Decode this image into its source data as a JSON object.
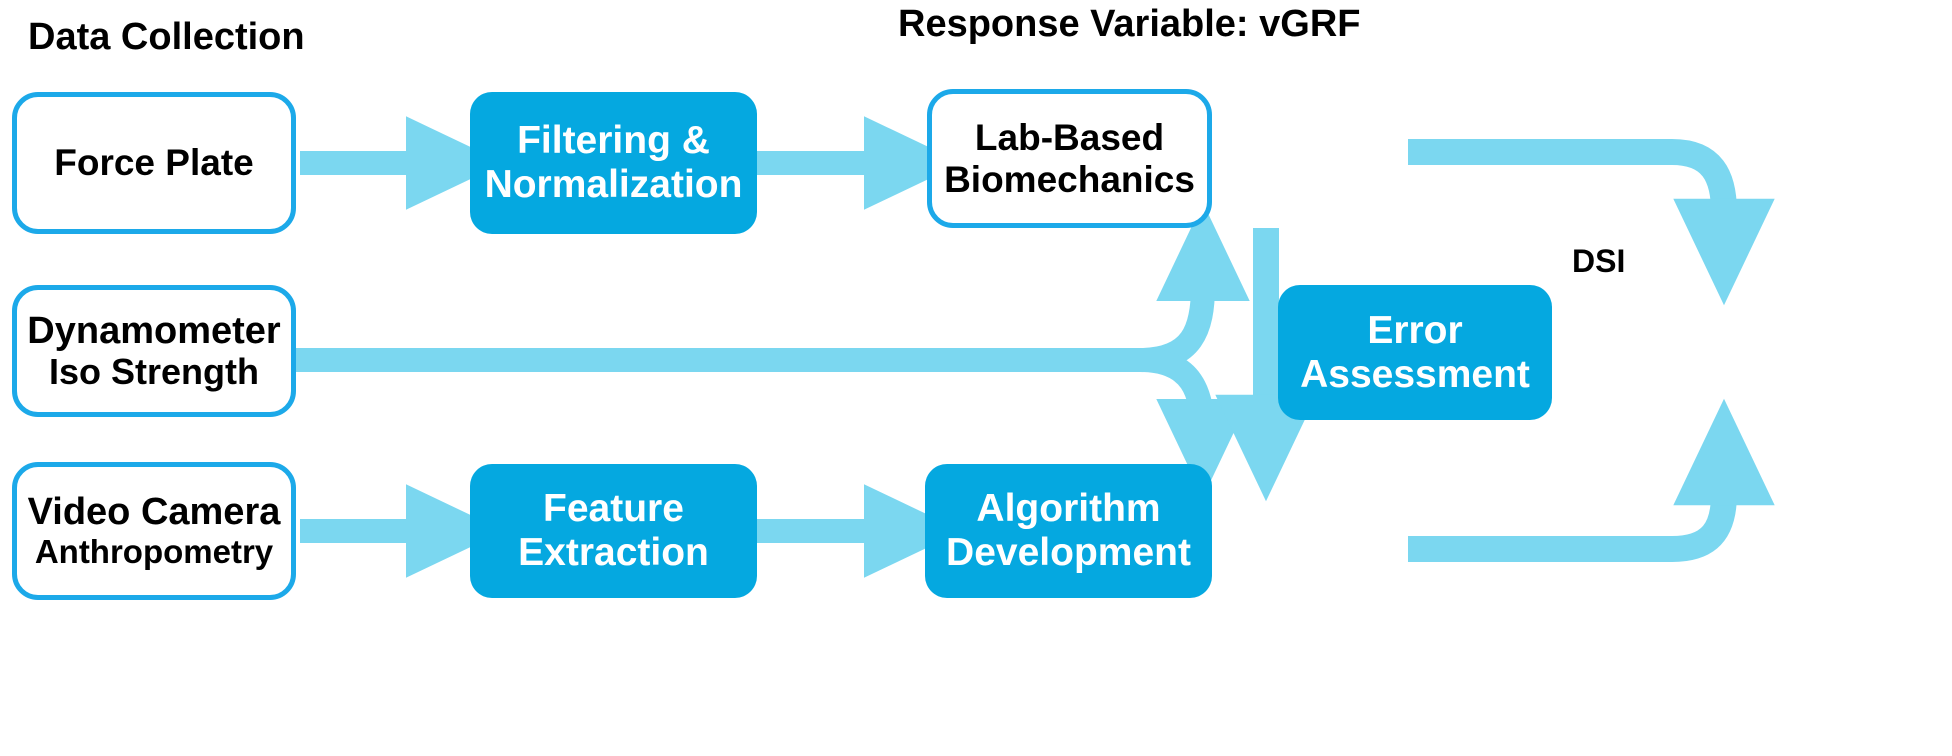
{
  "diagram": {
    "title_captions": {
      "data_collection": "Data Collection",
      "response_variable_line1": "Response Variable:",
      "response_variable_line2": "vGRF",
      "dsi": "DSI"
    },
    "colors": {
      "box_fill_blue": "#05A8E0",
      "box_border_blue": "#1CA9E9",
      "arrow_blue": "#7BD7F0",
      "text_dark": "#000000",
      "text_light": "#FFFFFF",
      "background": "#FFFFFF"
    },
    "nodes": [
      {
        "id": "force-plate",
        "style": "white",
        "lines": [
          "Force Plate"
        ]
      },
      {
        "id": "filtering",
        "style": "blue",
        "lines": [
          "Filtering &",
          "Normalization"
        ]
      },
      {
        "id": "lab-based",
        "style": "white",
        "lines": [
          "Lab-Based",
          "Biomechanics"
        ]
      },
      {
        "id": "dynamometer",
        "style": "white",
        "lines": [
          "Dynamometer",
          "Iso Strength"
        ]
      },
      {
        "id": "error-assessment",
        "style": "blue",
        "lines": [
          "Error",
          "Assessment"
        ]
      },
      {
        "id": "video-camera",
        "style": "white",
        "lines": [
          "Video Camera",
          "Anthropometry"
        ]
      },
      {
        "id": "feature-extraction",
        "style": "blue",
        "lines": [
          "Feature",
          "Extraction"
        ]
      },
      {
        "id": "algorithm",
        "style": "blue",
        "lines": [
          "Algorithm",
          "Development"
        ]
      }
    ],
    "edges": [
      {
        "from": "force-plate",
        "to": "filtering",
        "label": ""
      },
      {
        "from": "filtering",
        "to": "lab-based",
        "label": ""
      },
      {
        "from": "dynamometer",
        "to": "lab-based",
        "label": ""
      },
      {
        "from": "dynamometer",
        "to": "algorithm",
        "label": ""
      },
      {
        "from": "lab-based",
        "to": "algorithm",
        "label": ""
      },
      {
        "from": "lab-based",
        "to": "error-assessment",
        "label": "DSI"
      },
      {
        "from": "video-camera",
        "to": "feature-extraction",
        "label": ""
      },
      {
        "from": "feature-extraction",
        "to": "algorithm",
        "label": ""
      },
      {
        "from": "algorithm",
        "to": "error-assessment",
        "label": ""
      }
    ]
  }
}
